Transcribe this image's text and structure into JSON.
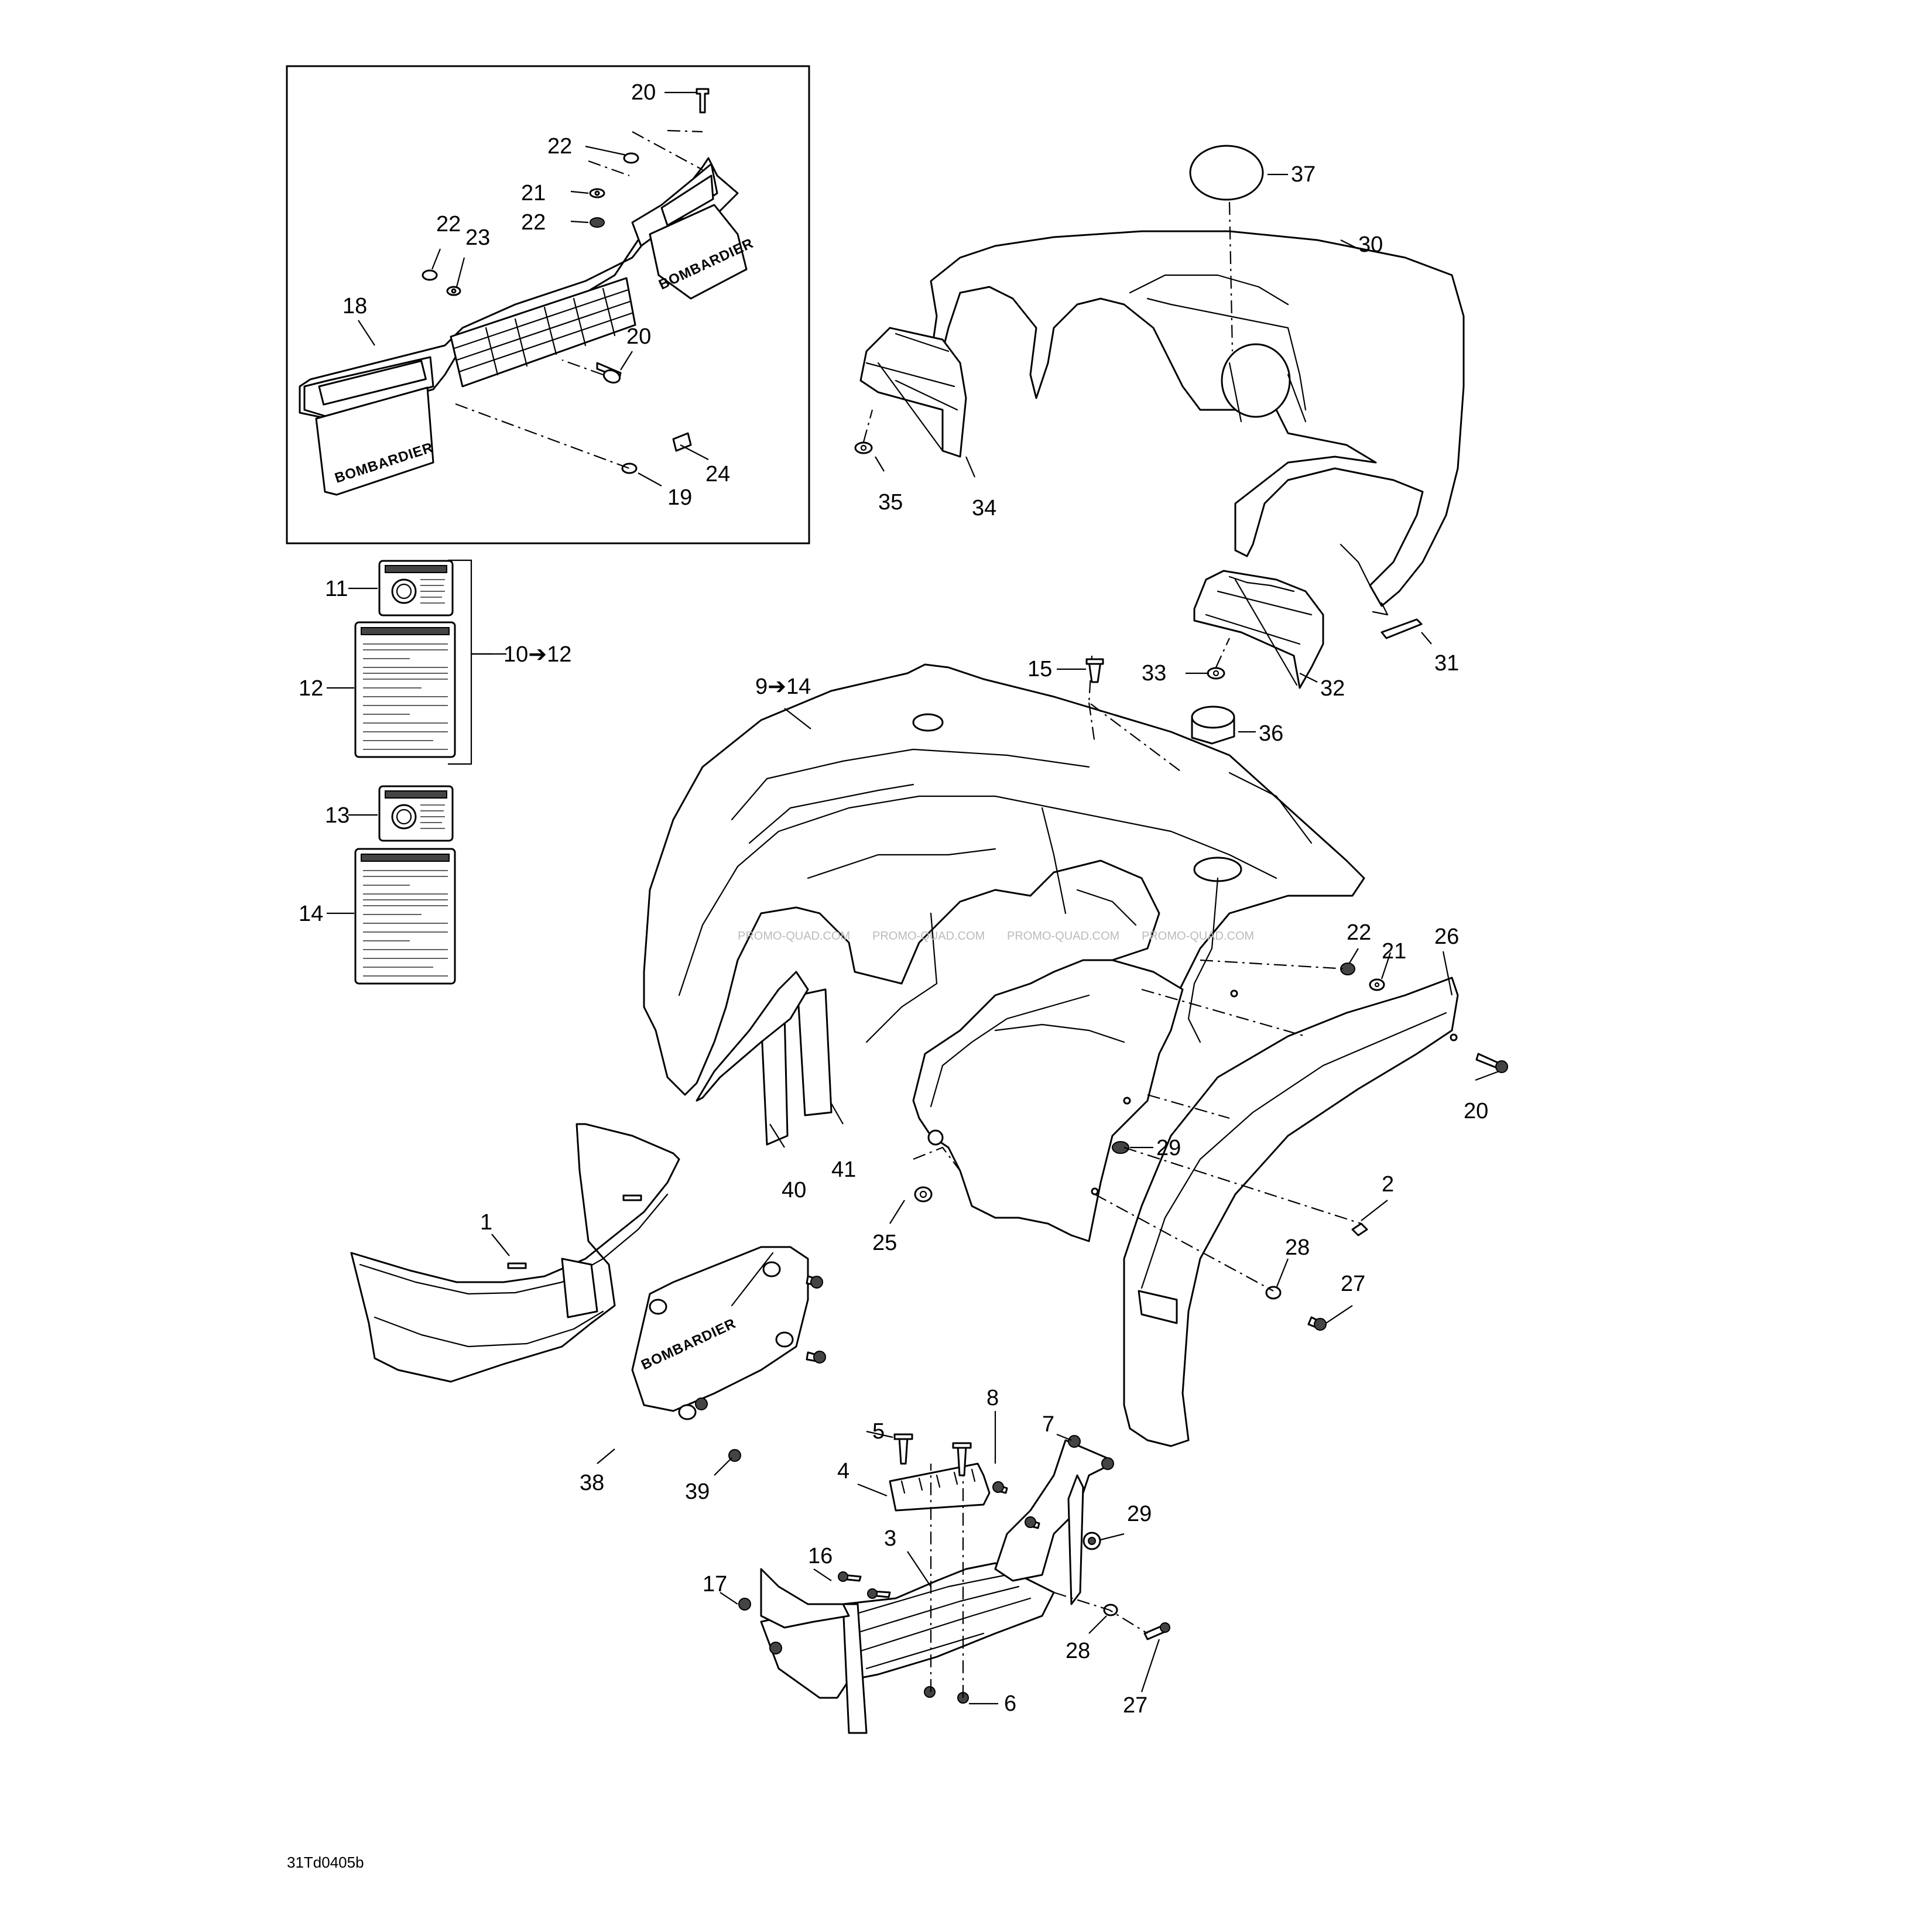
{
  "drawing_code": "31Td0405b",
  "brand_logo_text": "BOMBARDIER",
  "watermark_text": "PROMO-QUAD.COM",
  "callouts": {
    "c1": "1",
    "c2": "2",
    "c3": "3",
    "c4": "4",
    "c5": "5",
    "c6": "6",
    "c7": "7",
    "c8": "8",
    "c9_14": "9➔14",
    "c10_12": "10➔12",
    "c11": "11",
    "c12": "12",
    "c13": "13",
    "c14": "14",
    "c15": "15",
    "c16": "16",
    "c17": "17",
    "c18": "18",
    "c19": "19",
    "c20a": "20",
    "c20b": "20",
    "c20c": "20",
    "c21a": "21",
    "c21b": "21",
    "c22a": "22",
    "c22b": "22",
    "c22c": "22",
    "c22d": "22",
    "c23": "23",
    "c24": "24",
    "c25": "25",
    "c26": "26",
    "c27a": "27",
    "c27b": "27",
    "c28a": "28",
    "c28b": "28",
    "c29a": "29",
    "c29b": "29",
    "c30": "30",
    "c31": "31",
    "c32": "32",
    "c33": "33",
    "c34": "34",
    "c35": "35",
    "c36": "36",
    "c37": "37",
    "c38": "38",
    "c39": "39",
    "c40": "40",
    "c41": "41"
  }
}
